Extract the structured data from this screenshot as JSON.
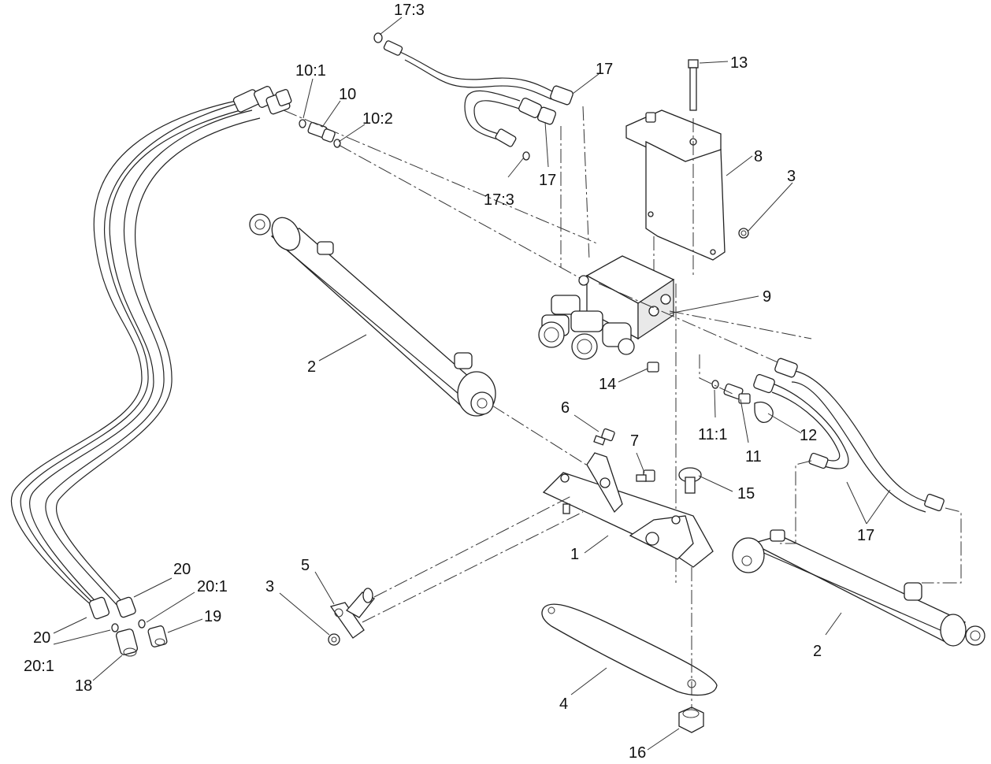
{
  "callouts": {
    "c17_3_top": "17:3",
    "c17_top": "17",
    "c13": "13",
    "c10_1": "10:1",
    "c10": "10",
    "c10_2": "10:2",
    "c17_mid": "17",
    "c17_3_mid": "17:3",
    "c8": "8",
    "c3_top": "3",
    "c9": "9",
    "c2_left": "2",
    "c14": "14",
    "c6": "6",
    "c11_1": "11:1",
    "c11": "11",
    "c12": "12",
    "c7": "7",
    "c15": "15",
    "c17_right": "17",
    "c1": "1",
    "c5": "5",
    "c3_bottom": "3",
    "c20_right": "20",
    "c20_1_right": "20:1",
    "c19": "19",
    "c20_left": "20",
    "c20_1_left": "20:1",
    "c18": "18",
    "c2_right": "2",
    "c4": "4",
    "c16": "16"
  },
  "colors": {
    "line": "#222222",
    "background": "#ffffff"
  }
}
